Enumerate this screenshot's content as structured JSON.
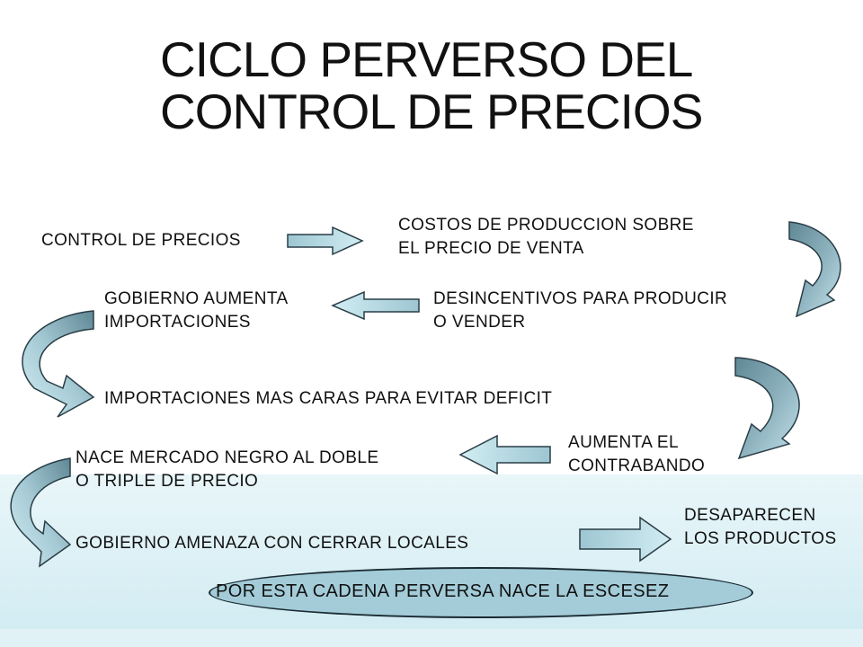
{
  "title": {
    "line1": "CICLO PERVERSO DEL",
    "line2": "CONTROL DE PRECIOS"
  },
  "nodes": {
    "control_precios": "CONTROL DE PRECIOS",
    "costos": {
      "line1": "COSTOS DE PRODUCCION SOBRE",
      "line2": "EL PRECIO DE VENTA"
    },
    "desincentivos": {
      "line1": "DESINCENTIVOS PARA PRODUCIR",
      "line2": "O VENDER"
    },
    "gobierno_importaciones": {
      "line1": "GOBIERNO AUMENTA",
      "line2": "IMPORTACIONES"
    },
    "importaciones_caras": "IMPORTACIONES MAS CARAS PARA EVITAR DEFICIT",
    "contrabando": {
      "line1": "AUMENTA EL",
      "line2": "CONTRABANDO"
    },
    "mercado_negro": {
      "line1": "NACE MERCADO NEGRO AL DOBLE",
      "line2": "O TRIPLE DE PRECIO"
    },
    "amenaza": "GOBIERNO AMENAZA CON CERRAR LOCALES",
    "desaparecen": {
      "line1": "DESAPARECEN",
      "line2": "LOS PRODUCTOS"
    }
  },
  "conclusion": "POR ESTA CADENA PERVERSA NACE LA ESCESEZ",
  "colors": {
    "arrow_light": "#bfe2ea",
    "arrow_dark": "#6f95a3",
    "arrow_stroke": "#2a3e47",
    "ellipse_fill": "#a3ccd8",
    "background_band": "#d6eef4"
  }
}
